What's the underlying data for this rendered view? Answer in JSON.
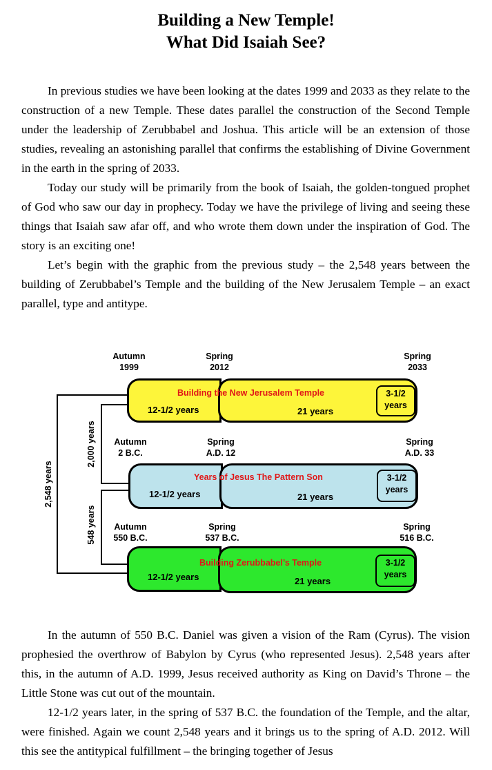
{
  "title": {
    "line1": "Building a New Temple!",
    "line2": "What Did Isaiah See?"
  },
  "intro": {
    "p1": "In previous studies we have been looking at the dates 1999 and 2033 as they relate to the construction of a new Temple. These dates parallel the construction of the Second Temple under the leadership of Zerubbabel and Joshua. This article will be an extension of those studies, revealing an astonishing parallel that confirms the establishing of Divine Government in the earth in the spring of 2033.",
    "p2": "Today our study will be primarily from the book of Isaiah, the golden-tongued prophet of God who saw our day in prophecy. Today we have the privilege of living and seeing these things that Isaiah saw afar off, and who wrote them down under the inspiration of God. The story is an exciting one!",
    "p3": "Let’s begin with the graphic from the previous study – the 2,548 years between the building of Zerubbabel’s Temple and the building of the New Jerusalem Temple – an exact parallel, type and antitype."
  },
  "diagram": {
    "span_total": "2,548 years",
    "span_upper": "2,000 years",
    "span_lower": "548 years",
    "rows": [
      {
        "dates": [
          {
            "season": "Autumn",
            "year": "1999"
          },
          {
            "season": "Spring",
            "year": "2012"
          },
          {
            "season": "Spring",
            "year": "2033"
          }
        ],
        "caption": "Building the New Jerusalem Temple",
        "first_segment": "12-1/2 years",
        "second_segment": "21 years",
        "final_segment_a": "3-1/2",
        "final_segment_b": "years",
        "fill": "#fdf53a"
      },
      {
        "dates": [
          {
            "season": "Autumn",
            "year": "2 B.C."
          },
          {
            "season": "Spring",
            "year": "A.D. 12"
          },
          {
            "season": "Spring",
            "year": "A.D. 33"
          }
        ],
        "caption": "Years of Jesus The Pattern Son",
        "first_segment": "12-1/2 years",
        "second_segment": "21 years",
        "final_segment_a": "3-1/2",
        "final_segment_b": "years",
        "fill": "#bde3ec"
      },
      {
        "dates": [
          {
            "season": "Autumn",
            "year": "550 B.C."
          },
          {
            "season": "Spring",
            "year": "537 B.C."
          },
          {
            "season": "Spring",
            "year": "516 B.C."
          }
        ],
        "caption": "Building Zerubbabel’s Temple",
        "first_segment": "12-1/2 years",
        "second_segment": "21 years",
        "final_segment_a": "3-1/2",
        "final_segment_b": "years",
        "fill": "#2de82d"
      }
    ],
    "caption_color": "#e01818"
  },
  "closing": {
    "p1": "In the autumn of 550 B.C. Daniel was given a vision of the Ram (Cyrus). The vision prophesied the overthrow of Babylon by Cyrus (who represented Jesus). 2,548 years after this, in the autumn of A.D. 1999, Jesus received authority as King on David’s Throne – the Little Stone was cut out of the mountain.",
    "p2": "12-1/2 years later, in the spring of 537 B.C. the foundation of the Temple, and the altar, were finished. Again we count 2,548 years and it brings us to the spring of A.D. 2012. Will this see the antitypical fulfillment – the bringing together of Jesus"
  }
}
